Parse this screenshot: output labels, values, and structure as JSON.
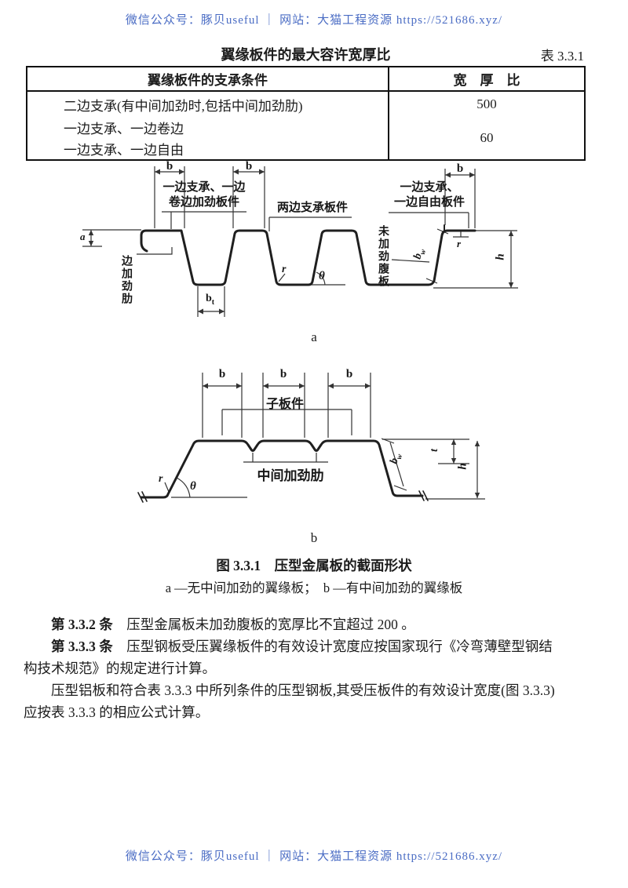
{
  "page": {
    "header_text": "微信公众号：豚贝useful ｜ 网站：大猫工程资源 https://521686.xyz/",
    "footer_text": "微信公众号：豚贝useful ｜ 网站：大猫工程资源 https://521686.xyz/",
    "link_color": "#4a6cc4"
  },
  "table331": {
    "title": "翼缘板件的最大容许宽厚比",
    "number": "表 3.3.1",
    "headers": {
      "condition": "翼缘板件的支承条件",
      "ratio": "宽　厚　比"
    },
    "rows": [
      {
        "condition": "二边支承(有中间加劲时,包括中间加劲肋)",
        "ratio": "500"
      },
      {
        "condition": "一边支承、一边卷边",
        "ratio": "60"
      },
      {
        "condition": "一边支承、一边自由"
      }
    ]
  },
  "figure331": {
    "sub_a_letter": "a",
    "sub_b_letter": "b",
    "caption": "图 3.3.1　压型金属板的截面形状",
    "legend": "a —无中间加劲的翼缘板；　b —有中间加劲的翼缘板",
    "diagram_a": {
      "dim_b1": "b",
      "dim_b2": "b",
      "dim_b3": "b",
      "label_curl_line1": "一边支承、一边",
      "label_curl_line2": "卷边加劲板件",
      "label_two_side": "两边支承板件",
      "label_free_line1": "一边支承、",
      "label_free_line2": "一边自由板件",
      "dim_a": "a",
      "edge_stiffener": "边加劲肋",
      "dim_bt_base": "b",
      "dim_bt_sub": "t",
      "dim_r_left": "r",
      "theta": "θ",
      "web_label": "未加劲腹板",
      "dim_bw_base": "b",
      "dim_bw_sub": "w",
      "dim_r_right": "r",
      "dim_h": "h"
    },
    "diagram_b": {
      "dim_b1": "b",
      "dim_b2": "b",
      "dim_b3": "b",
      "label_subplate": "子板件",
      "label_mid_stiffener": "中间加劲肋",
      "dim_r": "r",
      "theta": "θ",
      "dim_bw_base": "b",
      "dim_bw_sub": "w",
      "dim_t": "t",
      "dim_h": "h"
    }
  },
  "paragraphs": [
    {
      "lead": "第 3.3.2 条",
      "body": "　压型金属板未加劲腹板的宽厚比不宜超过 200 。"
    },
    {
      "lead": "第 3.3.3 条",
      "body": "　压型钢板受压翼缘板件的有效设计宽度应按国家现行《冷弯薄壁型钢结\n构技术规范》的规定进行计算。"
    },
    {
      "lead": "",
      "body": "压型铝板和符合表 3.3.3 中所列条件的压型钢板,其受压板件的有效设计宽度(图 3.3.3)\n应按表 3.3.3 的相应公式计算。"
    }
  ]
}
